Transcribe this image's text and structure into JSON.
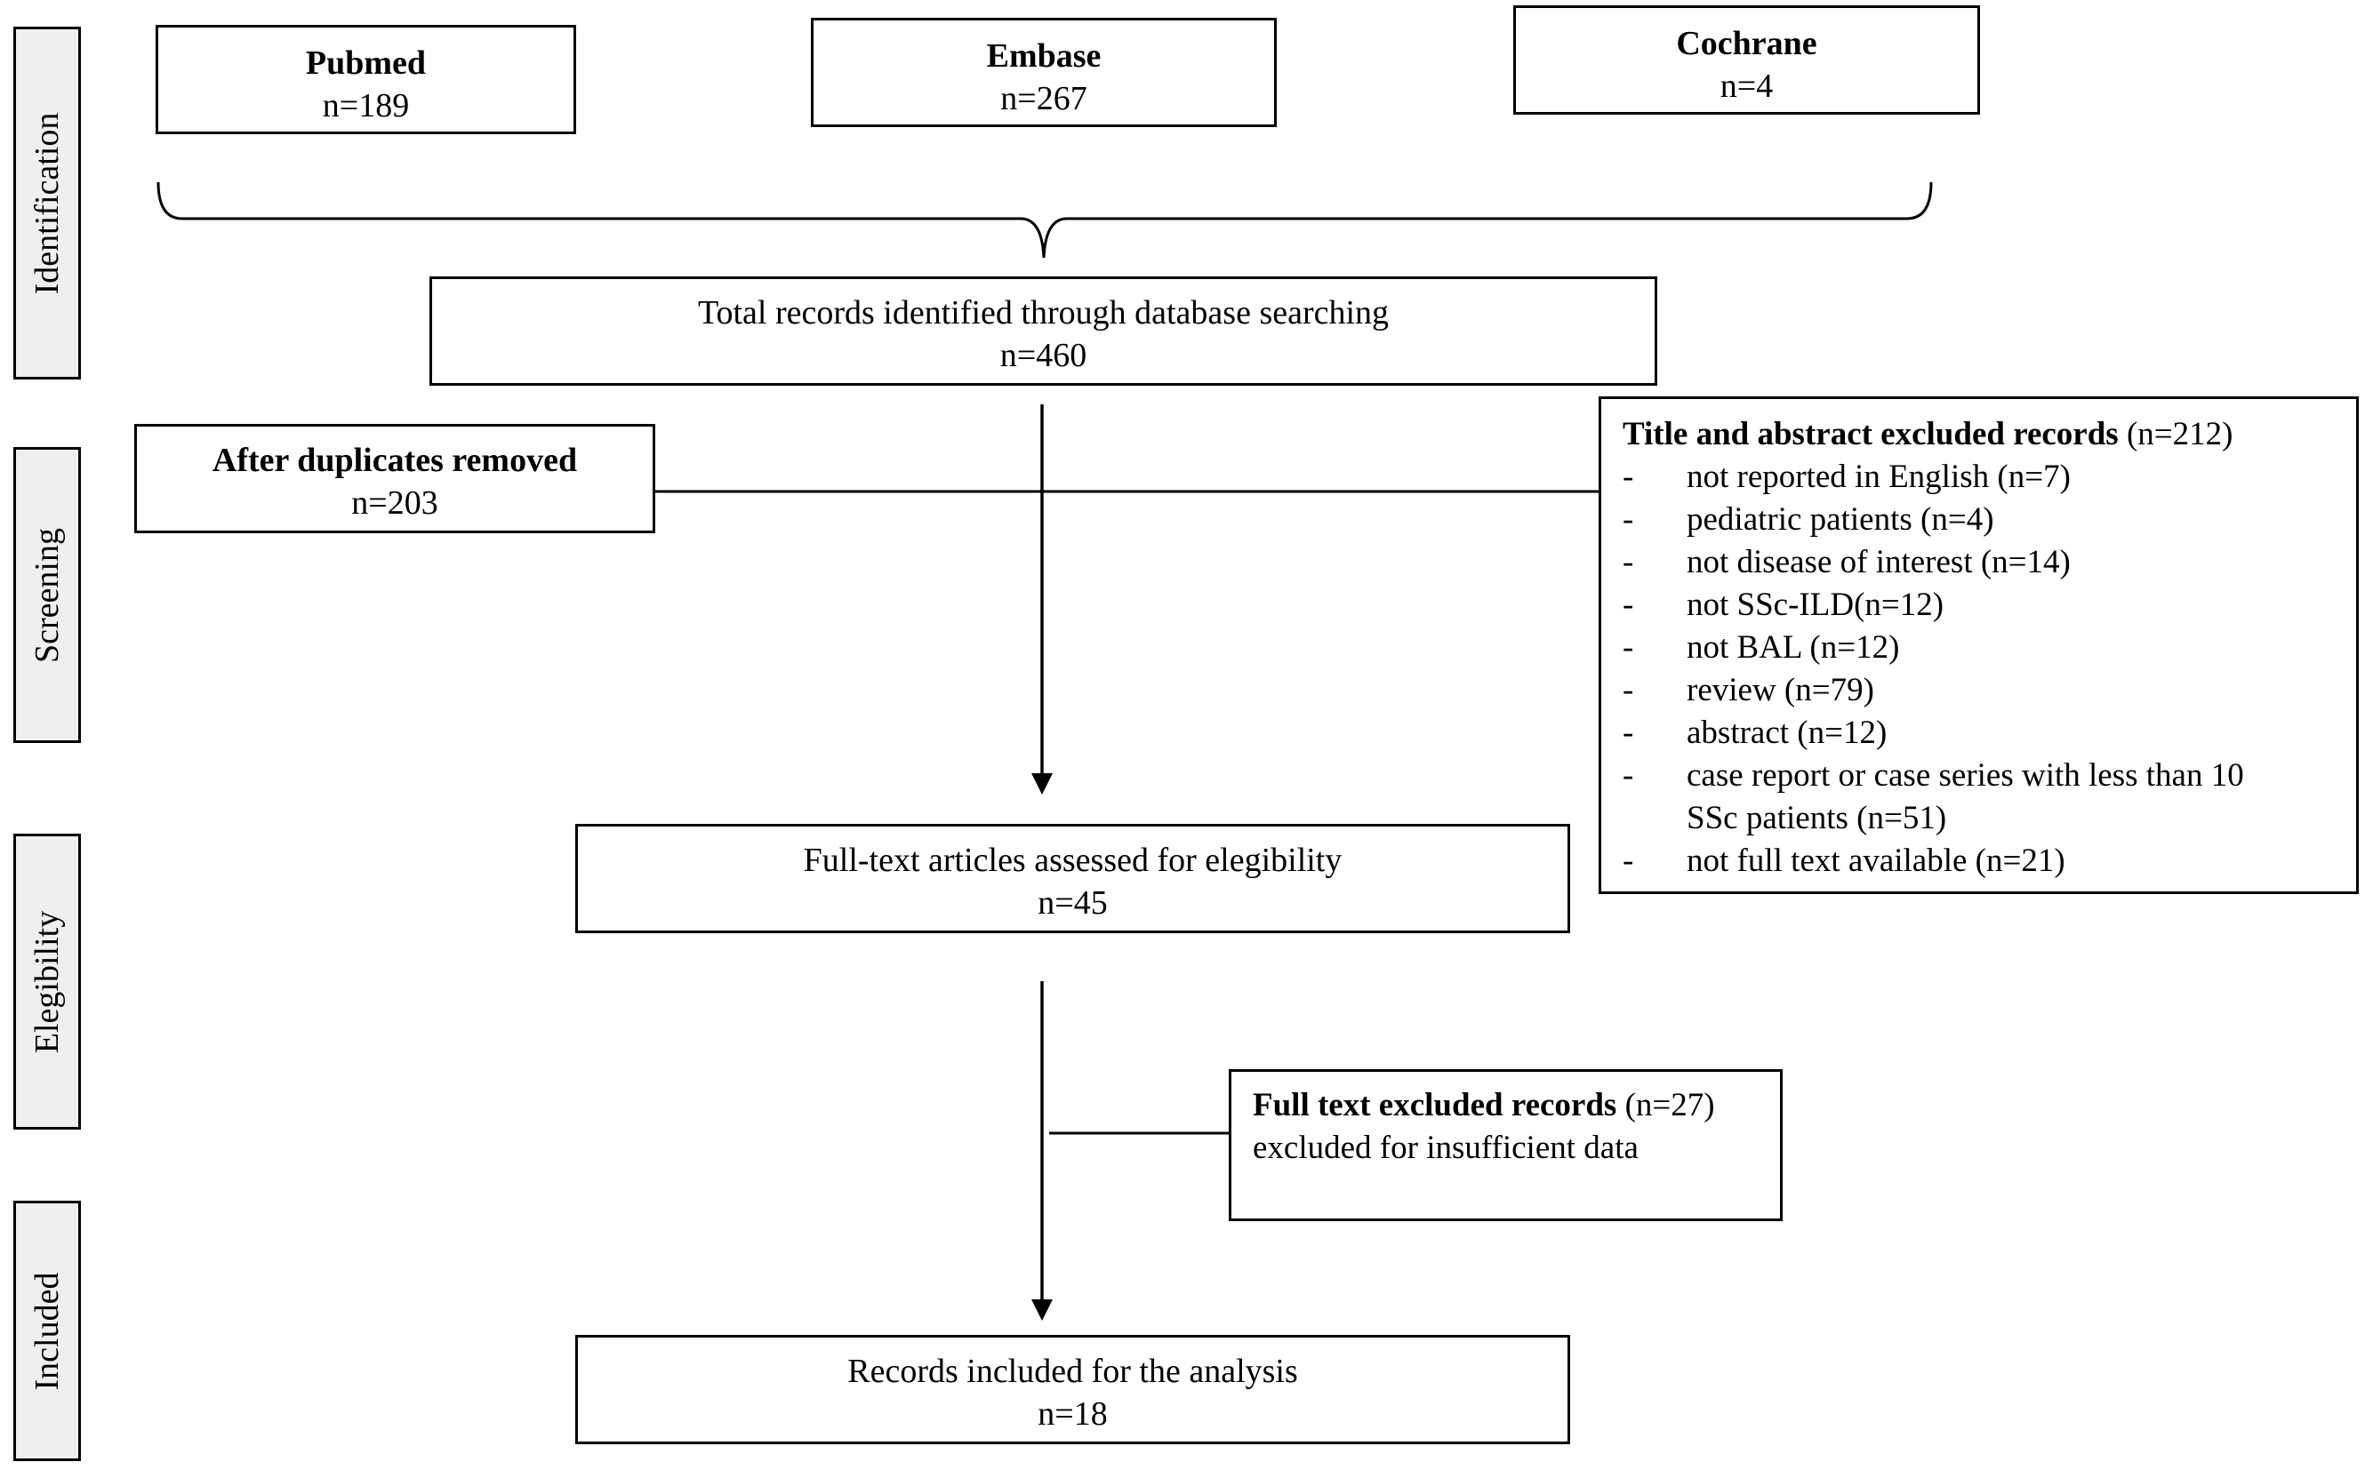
{
  "stages": {
    "identification": "Identification",
    "screening": "Screening",
    "elegibility": "Elegibility",
    "included": "Included"
  },
  "sources": {
    "pubmed": {
      "name": "Pubmed",
      "count": "n=189"
    },
    "embase": {
      "name": "Embase",
      "count": "n=267"
    },
    "cochrane": {
      "name": "Cochrane",
      "count": "n=4"
    }
  },
  "total": {
    "label": "Total records identified through database searching",
    "count": "n=460"
  },
  "duplicates": {
    "label": "After duplicates removed",
    "count": "n=203"
  },
  "title_excluded": {
    "label": "Title  and abstract excluded records",
    "count": "(n=212)",
    "bullet": "-",
    "items": [
      "not reported in English (n=7)",
      "pediatric patients (n=4)",
      "not disease of interest (n=14)",
      "not SSc-ILD(n=12)",
      "not BAL (n=12)",
      "review (n=79)",
      "abstract (n=12)",
      "case report or case series with less than 10",
      "not full text available (n=21)"
    ],
    "item_continuation": "SSc patients (n=51)"
  },
  "fulltext": {
    "label": "Full-text articles assessed for elegibility",
    "count": "n=45"
  },
  "fulltext_excluded": {
    "label": "Full text excluded records",
    "count": "(n=27)",
    "reason": "excluded for insufficient data"
  },
  "included": {
    "label": "Records included for the analysis",
    "count": "n=18"
  }
}
